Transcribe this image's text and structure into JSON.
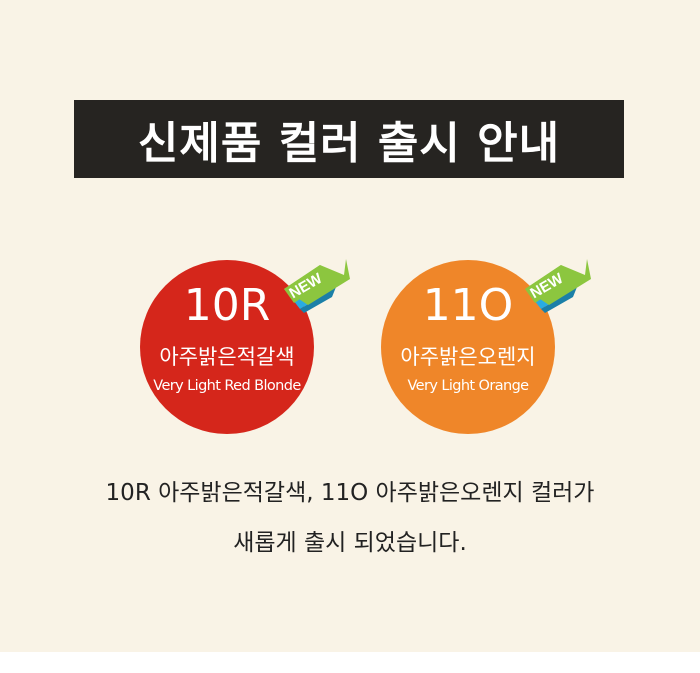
{
  "title": "신제품 컬러 출시 안내",
  "products": [
    {
      "code": "10R",
      "name_ko": "아주밝은적갈색",
      "name_en": "Very Light Red Blonde",
      "color": "#d5261b"
    },
    {
      "code": "11O",
      "name_ko": "아주밝은오렌지",
      "name_en": "Very Light Orange",
      "color": "#ef8629"
    }
  ],
  "badge_label": "NEW",
  "description": {
    "line1": "10R 아주밝은적갈색, 11O 아주밝은오렌지 컬러가",
    "line2": "새롭게 출시 되었습니다."
  },
  "colors": {
    "background": "#f9f3e6",
    "title_bg": "#262421",
    "ribbon_green": "#8cc63f",
    "ribbon_blue": "#29abe2"
  }
}
